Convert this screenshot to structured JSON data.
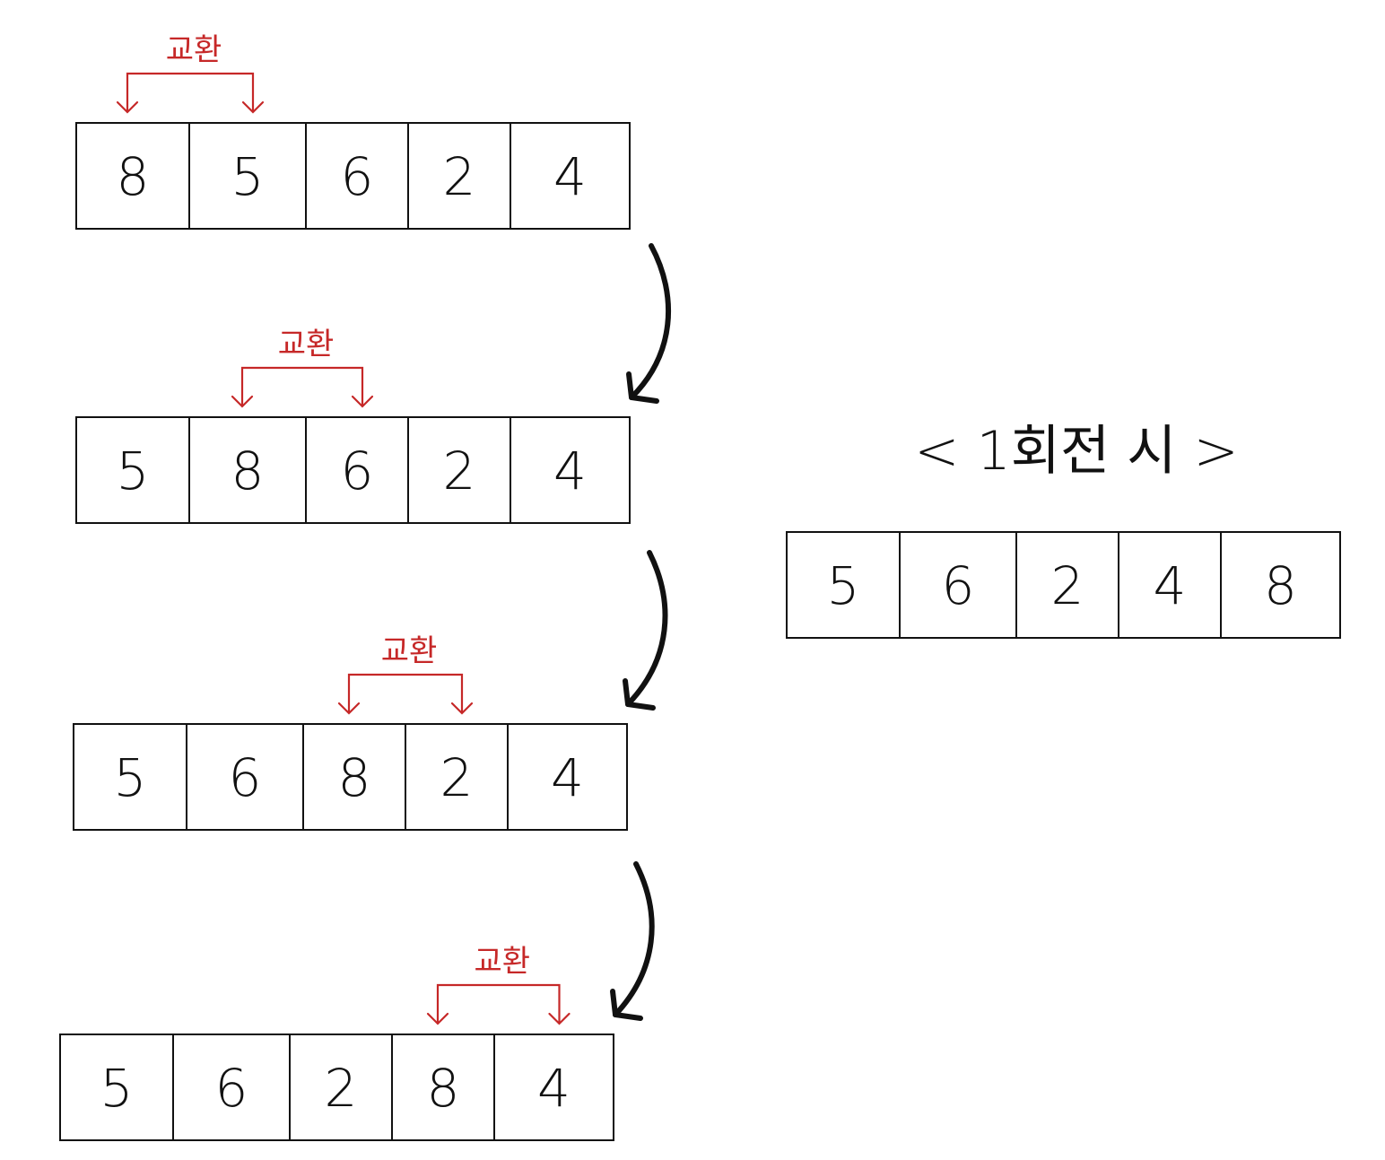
{
  "steps": [
    {
      "cells": [
        "8",
        "5",
        "6",
        "2",
        "4"
      ],
      "swap": {
        "label": "교환",
        "from": 0,
        "to": 1
      }
    },
    {
      "cells": [
        "5",
        "8",
        "6",
        "2",
        "4"
      ],
      "swap": {
        "label": "교환",
        "from": 1,
        "to": 2
      }
    },
    {
      "cells": [
        "5",
        "6",
        "8",
        "2",
        "4"
      ],
      "swap": {
        "label": "교환",
        "from": 2,
        "to": 3
      }
    },
    {
      "cells": [
        "5",
        "6",
        "2",
        "8",
        "4"
      ],
      "swap": {
        "label": "교환",
        "from": 3,
        "to": 4
      }
    }
  ],
  "result": {
    "title": "< 1회전 시 >",
    "cells": [
      "5",
      "6",
      "2",
      "4",
      "8"
    ]
  },
  "colors": {
    "swap": "#c62828",
    "ink": "#111111",
    "background": "#ffffff"
  }
}
